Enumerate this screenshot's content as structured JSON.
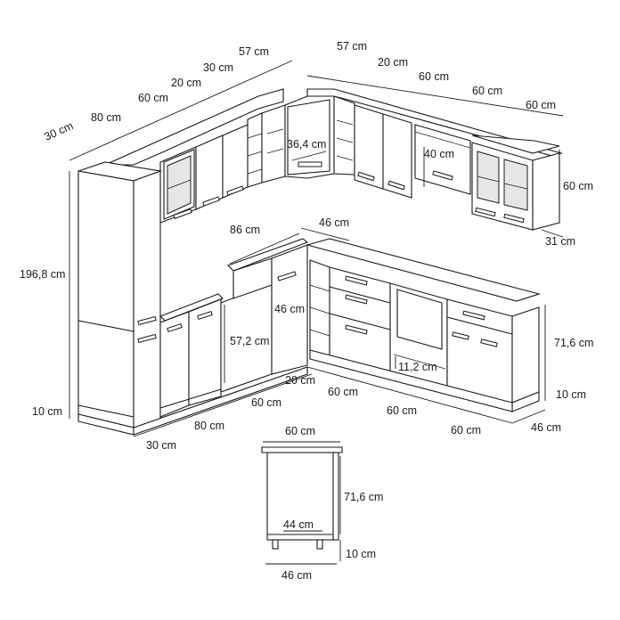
{
  "labels": {
    "upper_left_depth": "30 cm",
    "upper_left_80": "80 cm",
    "upper_left_60": "60 cm",
    "upper_left_20": "20 cm",
    "upper_left_30": "30 cm",
    "upper_left_57": "57 cm",
    "upper_right_57": "57 cm",
    "upper_right_20": "20 cm",
    "upper_right_60a": "60 cm",
    "upper_right_60b": "60 cm",
    "upper_right_60c": "60 cm",
    "corner_width": "36,4 cm",
    "hood_height": "40 cm",
    "upper_height": "60 cm",
    "upper_depth": "31 cm",
    "tall_height": "196,8 cm",
    "plinth_left": "10 cm",
    "base_left_30": "30 cm",
    "base_left_80": "80 cm",
    "base_left_60": "60 cm",
    "sink_width": "86 cm",
    "sink_depth": "46 cm",
    "sink_front": "46 cm",
    "sink_height": "57,2 cm",
    "base_right_20": "20 cm",
    "base_right_60a": "60 cm",
    "base_right_60b": "60 cm",
    "base_right_60c": "60 cm",
    "base_right_depth": "46 cm",
    "base_height": "71,6 cm",
    "plinth_right": "10 cm",
    "oven_gap": "11,2 cm",
    "detail_width": "60 cm",
    "detail_height": "71,6 cm",
    "detail_inner": "44 cm",
    "detail_plinth": "10 cm",
    "detail_depth": "46 cm"
  }
}
